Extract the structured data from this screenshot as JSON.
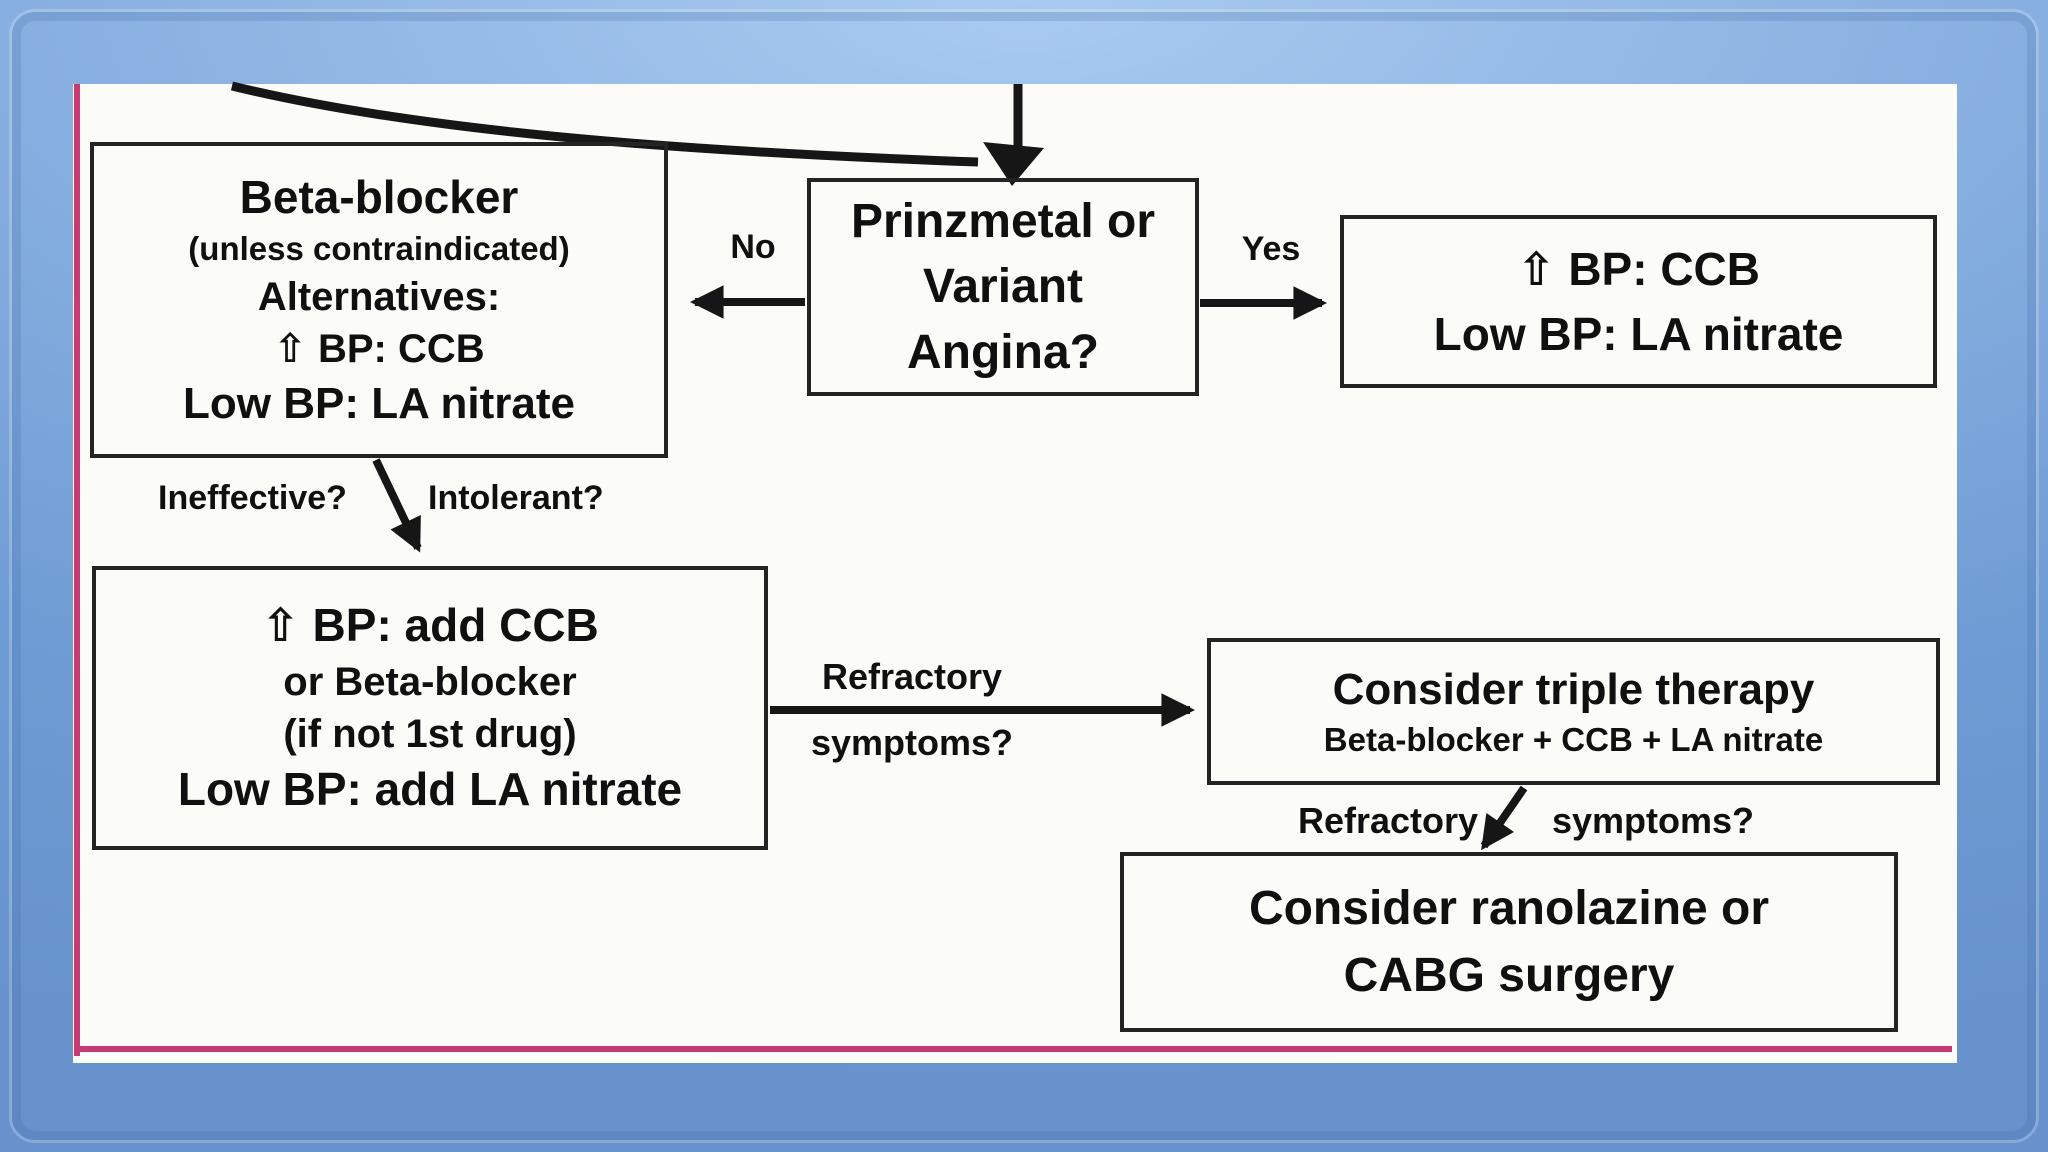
{
  "colors": {
    "background_blue": "#6d9bd6",
    "background_blue_light": "#a9cbf0",
    "panel_white": "#fbfbf8",
    "accent_pink": "#c73a74",
    "line_ink": "#161616"
  },
  "flowchart": {
    "boxes": {
      "beta_blocker": {
        "lines": [
          "Beta-blocker",
          "(unless contraindicated)",
          "Alternatives:",
          "⇧ BP: CCB",
          "Low BP: LA nitrate"
        ]
      },
      "decision": {
        "lines": [
          "Prinzmetal or",
          "Variant",
          "Angina?"
        ]
      },
      "ccb_nitrate": {
        "lines": [
          "⇧ BP: CCB",
          "Low BP: LA nitrate"
        ]
      },
      "add_therapy": {
        "lines": [
          "⇧ BP: add CCB",
          "or Beta-blocker",
          "(if not 1st drug)",
          "Low BP: add LA nitrate"
        ]
      },
      "triple_therapy": {
        "title": "Consider triple therapy",
        "subtitle": "Beta-blocker + CCB + LA nitrate"
      },
      "ranolazine": {
        "lines": [
          "Consider ranolazine or",
          "CABG surgery"
        ]
      }
    },
    "labels": {
      "no": "No",
      "yes": "Yes",
      "ineffective": "Ineffective?",
      "intolerant": "Intolerant?",
      "refractory1_top": "Refractory",
      "refractory1_bottom": "symptoms?",
      "refractory2_left": "Refractory",
      "refractory2_right": "symptoms?"
    }
  }
}
